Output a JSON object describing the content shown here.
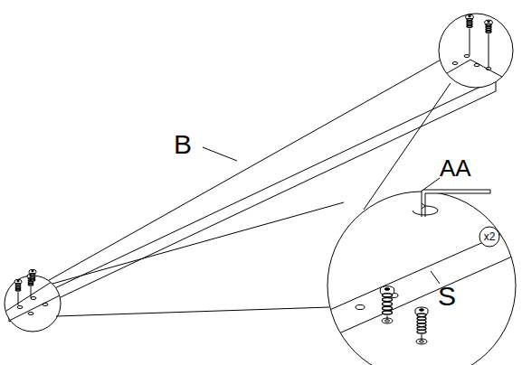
{
  "diagram": {
    "nodes": [
      {
        "text": [
          "x2"
        ]
      }
    ],
    "labels": [
      "B",
      "AA",
      "S"
    ]
  }
}
